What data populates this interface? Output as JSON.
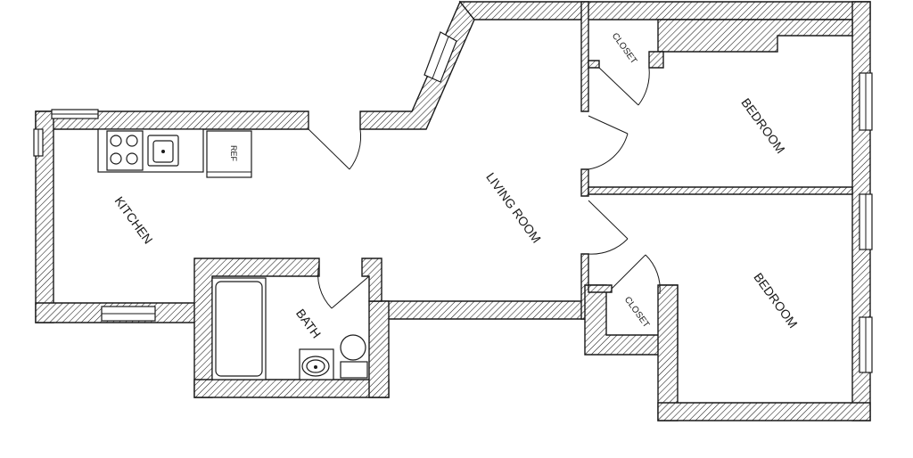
{
  "labels": {
    "kitchen": "KITCHEN",
    "living_room": "LIVING ROOM",
    "bath": "BATH",
    "bedroom_top": "BEDROOM",
    "bedroom_bottom": "BEDROOM",
    "closet_top": "CLOSET",
    "closet_bottom": "CLOSET",
    "ref": "REF"
  },
  "colors": {
    "line": "#1a1a1a",
    "background": "#ffffff"
  }
}
